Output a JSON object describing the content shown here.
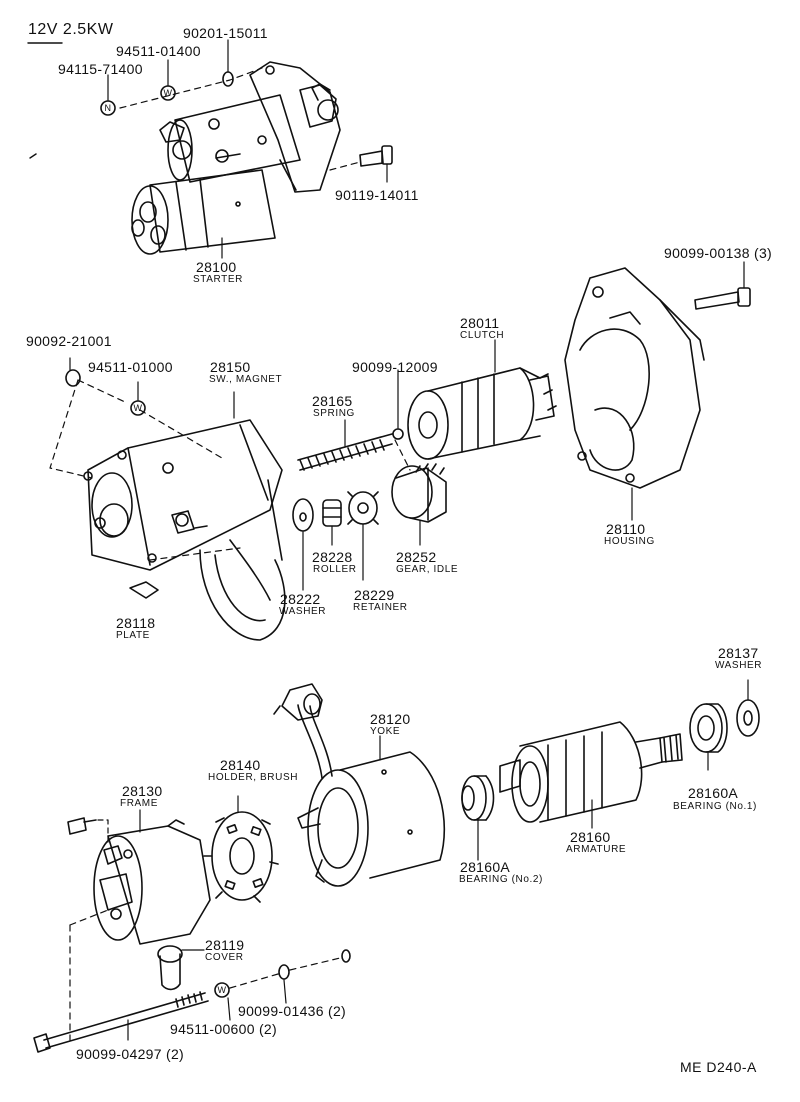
{
  "header": {
    "spec": "12V 2.5KW"
  },
  "parts": {
    "starter": {
      "num": "28100",
      "name": "STARTER"
    },
    "sw_magnet": {
      "num": "28150",
      "name": "SW., MAGNET"
    },
    "spring": {
      "num": "28165",
      "name": "SPRING"
    },
    "clutch": {
      "num": "28011",
      "name": "CLUTCH"
    },
    "housing": {
      "num": "28110",
      "name": "HOUSING"
    },
    "roller": {
      "num": "28228",
      "name": "ROLLER"
    },
    "gear_idle": {
      "num": "28252",
      "name": "GEAR, IDLE"
    },
    "washer_a": {
      "num": "28222",
      "name": "WASHER"
    },
    "retainer": {
      "num": "28229",
      "name": "RETAINER"
    },
    "plate": {
      "num": "28118",
      "name": "PLATE"
    },
    "washer_b": {
      "num": "28137",
      "name": "WASHER"
    },
    "yoke": {
      "num": "28120",
      "name": "YOKE"
    },
    "holder": {
      "num": "28140",
      "name": "HOLDER, BRUSH"
    },
    "frame": {
      "num": "28130",
      "name": "FRAME"
    },
    "bearing1": {
      "num": "28160A",
      "name": "BEARING (No.1)"
    },
    "armature": {
      "num": "28160",
      "name": "ARMATURE"
    },
    "bearing2": {
      "num": "28160A",
      "name": "BEARING (No.2)"
    },
    "cover": {
      "num": "28119",
      "name": "COVER"
    }
  },
  "fasteners": {
    "f1": "90201-15011",
    "f2": "94511-01400",
    "f3": "94115-71400",
    "f4": "90119-14011",
    "f5": "90099-00138 (3)",
    "f6": "90092-21001",
    "f7": "94511-01000",
    "f8": "90099-12009",
    "f9": "90099-01436 (2)",
    "f10": "94511-00600 (2)",
    "f11": "90099-04297 (2)"
  },
  "markers": {
    "nut": "N",
    "washer": "W"
  },
  "footer": {
    "code": "ME D240-A"
  }
}
